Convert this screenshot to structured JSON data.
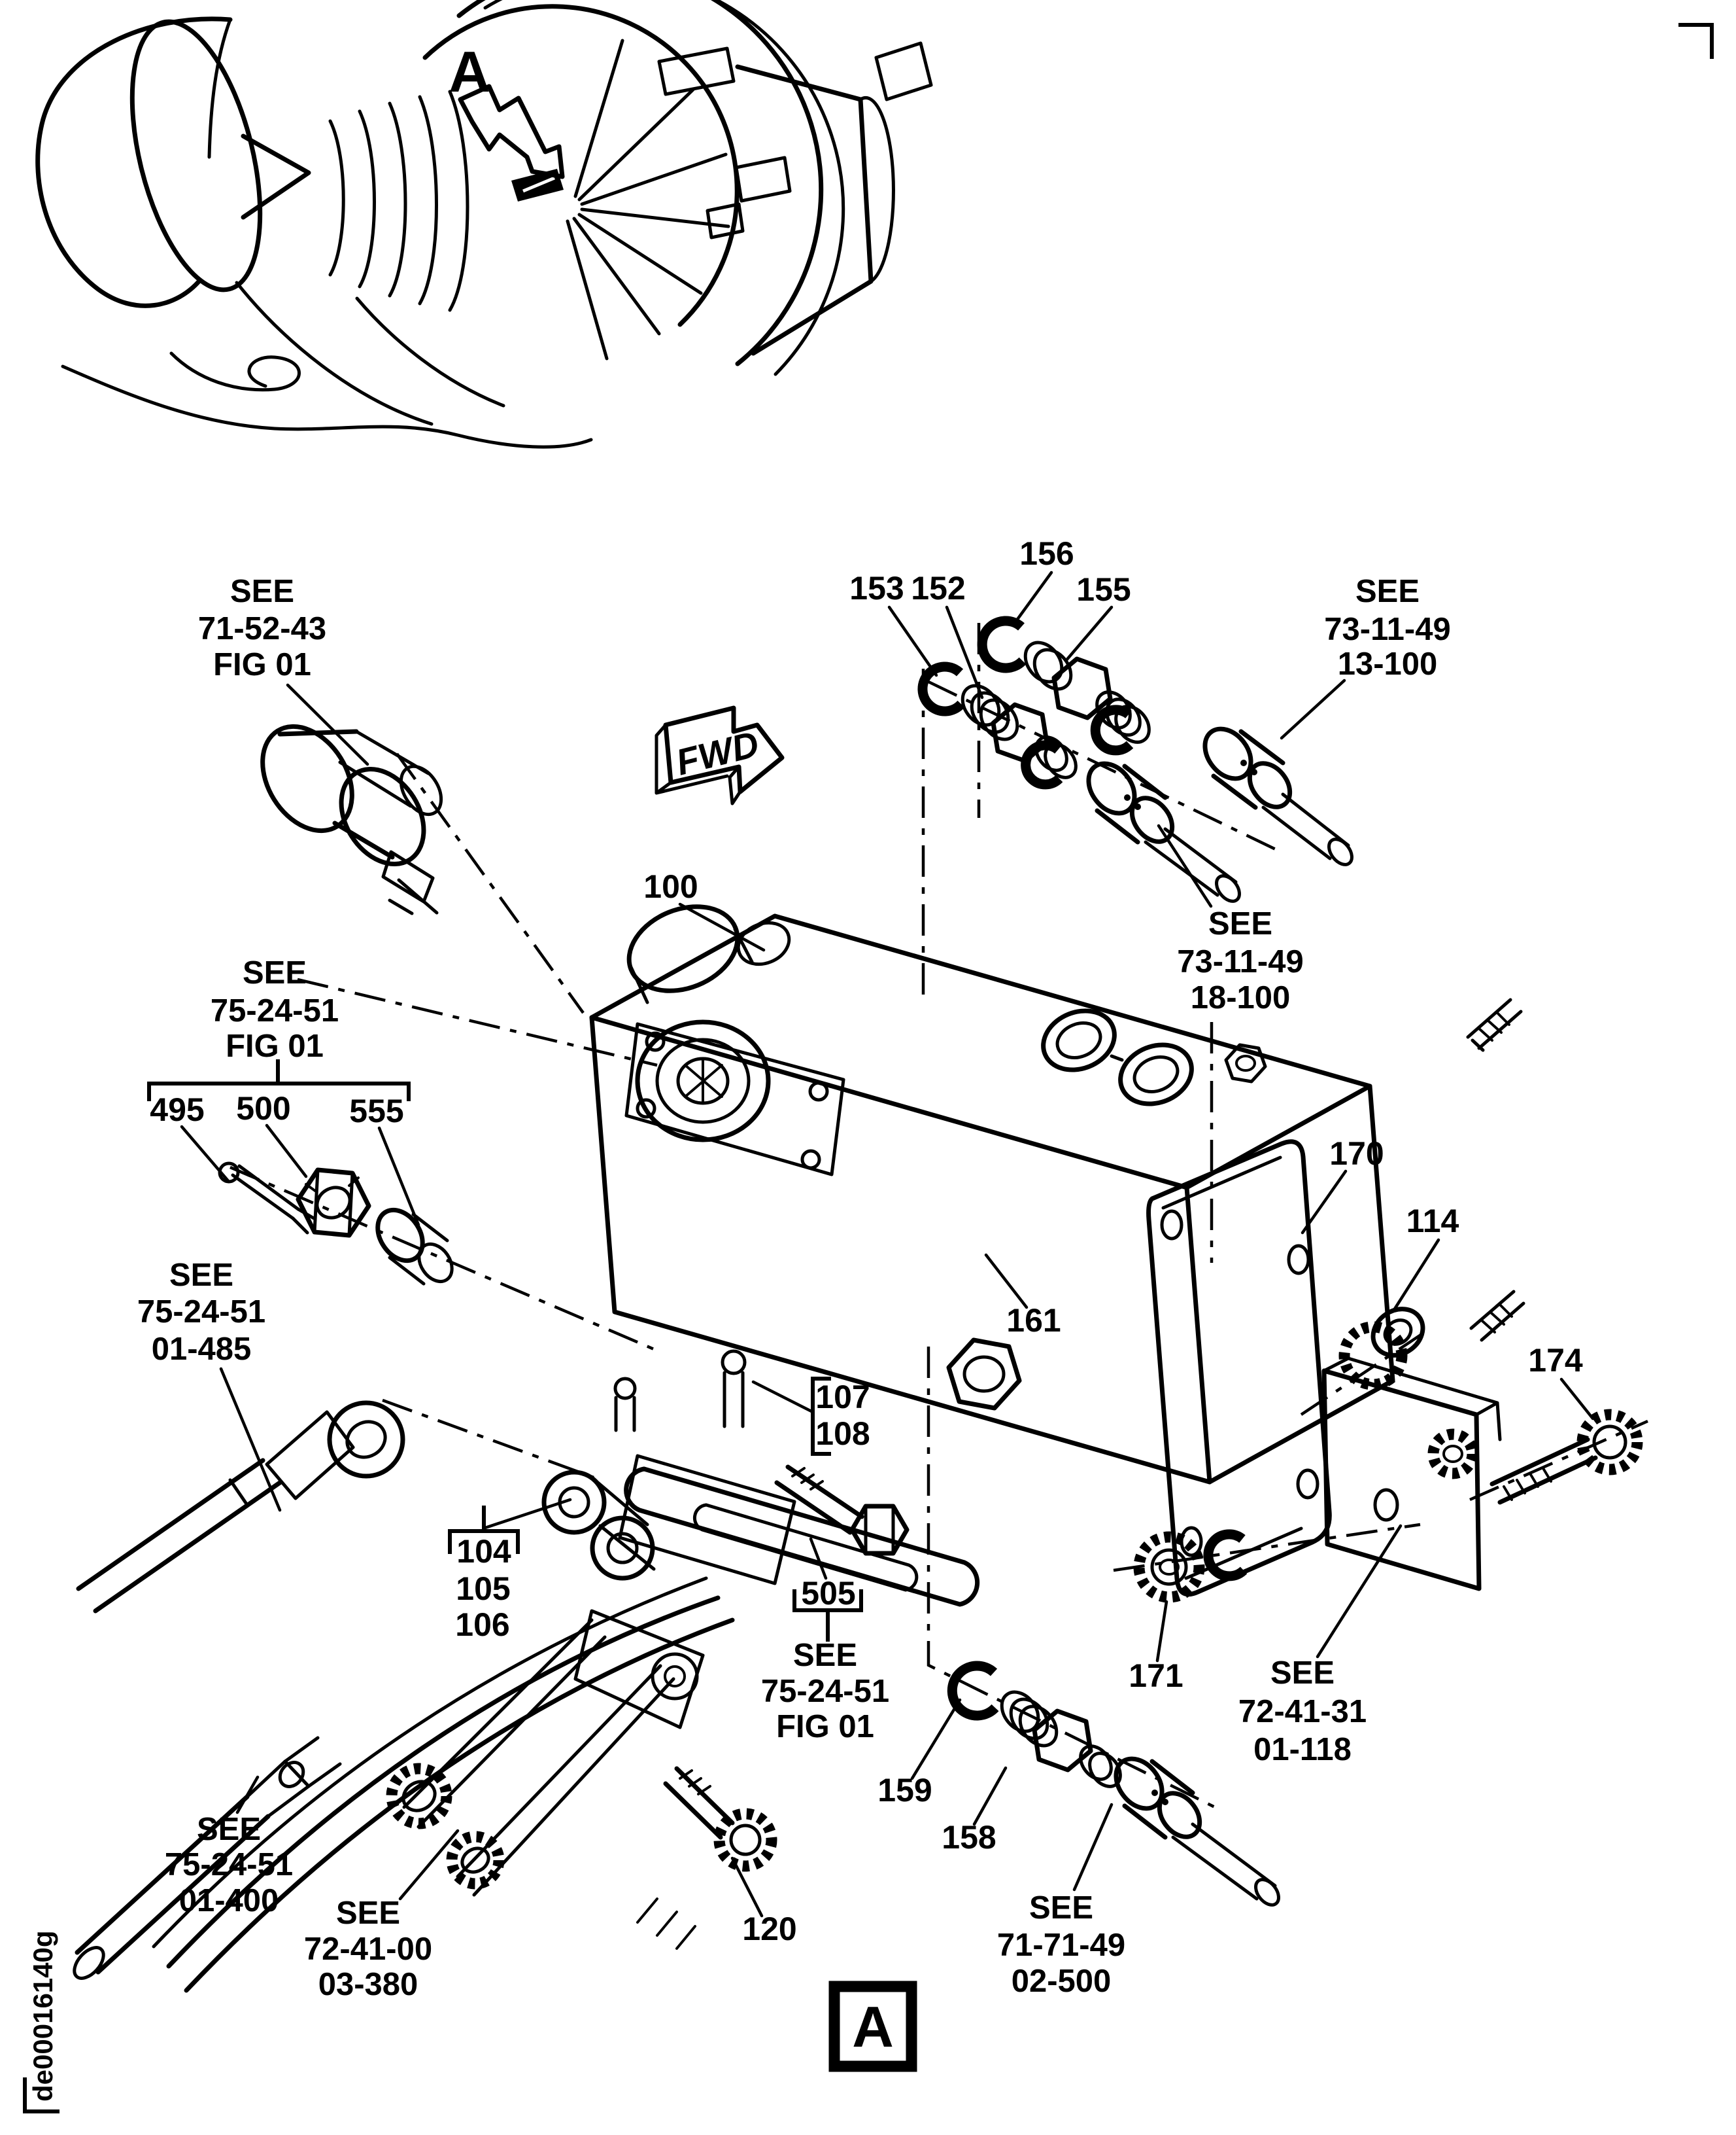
{
  "page": {
    "detail_letter": "A",
    "detail_box_letter": "A",
    "fwd_label": "FWD",
    "doc_code": "de00016140g"
  },
  "labels": {
    "l100": "100",
    "l104": "104",
    "l105": "105",
    "l106": "106",
    "l107": "107",
    "l108": "108",
    "l114": "114",
    "l120": "120",
    "l152": "152",
    "l153": "153",
    "l155": "155",
    "l156": "156",
    "l158": "158",
    "l159": "159",
    "l161": "161",
    "l170": "170",
    "l171": "171",
    "l174": "174",
    "l495": "495",
    "l500": "500",
    "l505": "505",
    "l555": "555"
  },
  "see_refs": {
    "duct": {
      "l1": "SEE",
      "l2": "71-52-43",
      "l3": "FIG 01"
    },
    "fuel13": {
      "l1": "SEE",
      "l2": "73-11-49",
      "l3": "13-100"
    },
    "fuel18": {
      "l1": "SEE",
      "l2": "73-11-49",
      "l3": "18-100"
    },
    "figleft": {
      "l1": "SEE",
      "l2": "75-24-51",
      "l3": "FIG 01"
    },
    "rod485": {
      "l1": "SEE",
      "l2": "75-24-51",
      "l3": "01-485"
    },
    "figbolt": {
      "l1": "SEE",
      "l2": "75-24-51",
      "l3": "FIG 01"
    },
    "brkt118": {
      "l1": "SEE",
      "l2": "72-41-31",
      "l3": "01-118"
    },
    "rod400": {
      "l1": "SEE",
      "l2": "75-24-51",
      "l3": "01-400"
    },
    "case380": {
      "l1": "SEE",
      "l2": "72-41-00",
      "l3": "03-380"
    },
    "tube500": {
      "l1": "SEE",
      "l2": "71-71-49",
      "l3": "02-500"
    }
  }
}
